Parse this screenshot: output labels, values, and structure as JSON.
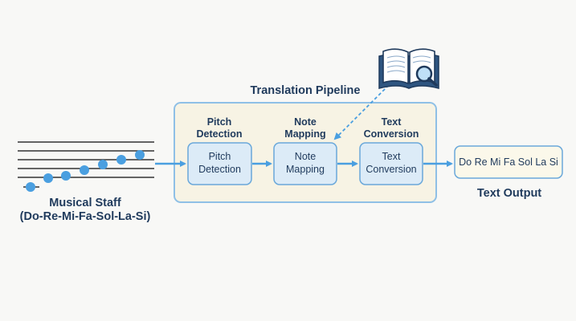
{
  "pipeline": {
    "title": "Translation Pipeline",
    "stages": [
      {
        "heading": [
          "Pitch",
          "Detection"
        ],
        "box": [
          "Pitch",
          "Detection"
        ]
      },
      {
        "heading": [
          "Note",
          "Mapping"
        ],
        "box": [
          "Note",
          "Mapping"
        ]
      },
      {
        "heading": [
          "Text",
          "Conversion"
        ],
        "box": [
          "Text",
          "Conversion"
        ]
      }
    ]
  },
  "staff": {
    "label_line1": "Musical Staff",
    "label_line2": "(Do-Re-Mi-Fa-Sol-La-Si)"
  },
  "output": {
    "text": "Do Re Mi Fa Sol La Si",
    "label": "Text Output"
  },
  "icons": {
    "dictionary": "open-book-magnifier-icon"
  },
  "colors": {
    "accent": "#4a9fe0",
    "box_fill": "#dcebf7",
    "box_border": "#6aa8da",
    "container_fill": "#f7f3e4",
    "text": "#1f3a5c",
    "note": "#4a9fe0"
  }
}
